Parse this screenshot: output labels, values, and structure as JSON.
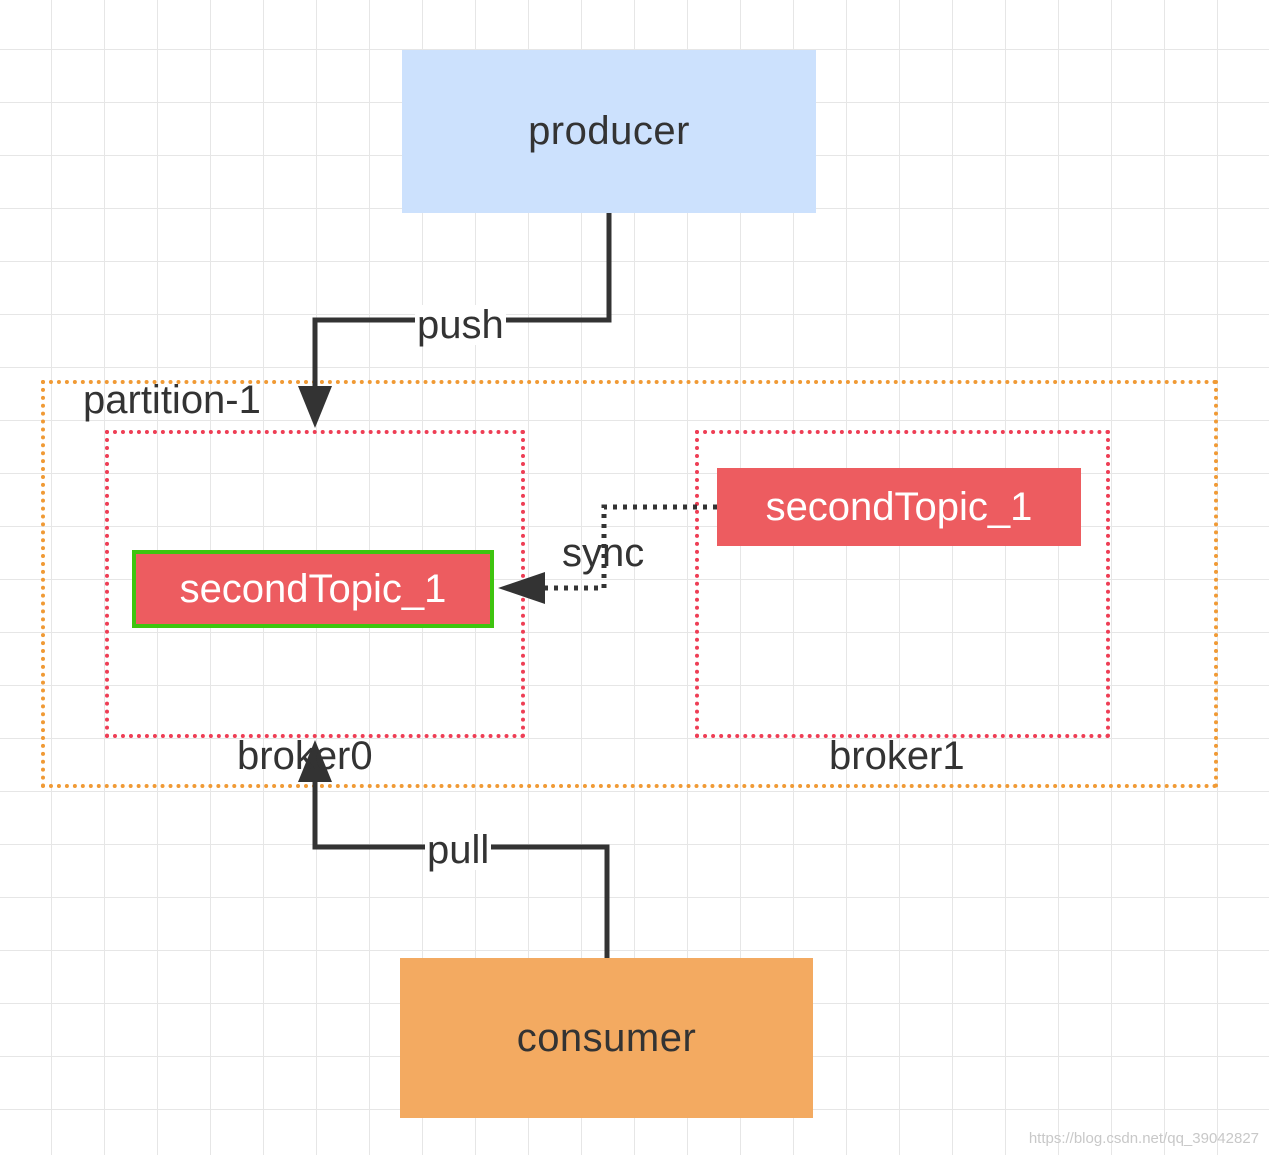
{
  "nodes": {
    "producer": "producer",
    "consumer": "consumer",
    "partition_label": "partition-1",
    "broker0_label": "broker0",
    "broker1_label": "broker1",
    "broker0_topic": "secondTopic_1",
    "broker1_topic": "secondTopic_1"
  },
  "edges": {
    "push": "push",
    "pull": "pull",
    "sync": "sync"
  },
  "colors": {
    "producer": "#cce1fd",
    "consumer": "#f3aa61",
    "partition_border": "#f09a35",
    "broker_border": "#ee3e55",
    "topic_fill": "#ed5c60",
    "leader_border": "#3ec40f",
    "arrow": "#333333"
  },
  "watermark": "https://blog.csdn.net/qq_39042827"
}
